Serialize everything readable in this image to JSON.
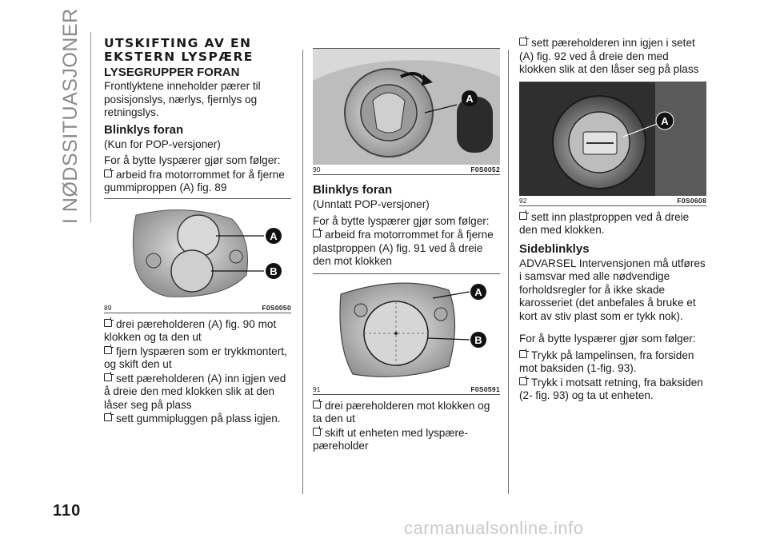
{
  "side_tab": "I NØDSSITUASJONER",
  "page_number": "110",
  "watermark": "carmanualsonline.info",
  "col1": {
    "heading_l1": "UTSKIFTING AV EN",
    "heading_l2": "EKSTERN LYSPÆRE",
    "subheading": "LYSEGRUPPER FORAN",
    "intro": "Frontlyktene inneholder pærer til posisjonslys, nærlys, fjernlys og retningslys.",
    "sec1_title": "Blinklys foran",
    "sec1_note": "(Kun for POP-versjoner)",
    "sec1_lead": "For å bytte lyspærer gjør som følger:",
    "step1": "arbeid fra motorrommet for å fjerne gummiproppen (A) fig. 89",
    "fig": {
      "num": "89",
      "code": "F0S0050",
      "label_a": "A",
      "label_b": "B"
    },
    "step2": "drei pæreholderen (A) fig. 90 mot klokken og ta den ut",
    "step3": "fjern lyspæren som er trykkmontert, og skift den ut",
    "step4": "sett pæreholderen (A) inn igjen ved å dreie den med klokken slik at den låser seg på plass",
    "step5": "sett gummipluggen på plass igjen."
  },
  "col2": {
    "fig_top": {
      "num": "90",
      "code": "F0S0052",
      "label_a": "A"
    },
    "sec_title": "Blinklys foran",
    "sec_note": "(Unntatt POP-versjoner)",
    "lead": "For å bytte lyspærer gjør som følger:",
    "step1": "arbeid fra motorrommet for å fjerne plastproppen (A) fig. 91 ved å dreie den mot klokken",
    "fig_mid": {
      "num": "91",
      "code": "F0S0591",
      "label_a": "A",
      "label_b": "B"
    },
    "step2": "drei pæreholderen mot klokken og ta den ut",
    "step3": "skift ut enheten med lyspære-pæreholder"
  },
  "col3": {
    "step_top": "sett pæreholderen inn igjen i setet (A) fig. 92 ved å dreie den med klokken slik at den låser seg på plass",
    "fig": {
      "num": "92",
      "code": "F0S0608",
      "label_a": "A"
    },
    "step_after": "sett inn plastproppen ved å dreie den med klokken.",
    "sec_title": "Sideblinklys",
    "warning": "ADVARSEL Intervensjonen må utføres i samsvar med alle nødvendige forholdsregler for å ikke skade karosseriet (det anbefales å bruke et kort av stiv plast som er tykk nok).",
    "lead": "For å bytte lyspærer gjør som følger:",
    "step1": "Trykk på lampelinsen, fra forsiden mot baksiden (1-fig. 93).",
    "step2": "Trykk i motsatt retning, fra baksiden (2- fig. 93) og ta ut enheten."
  }
}
